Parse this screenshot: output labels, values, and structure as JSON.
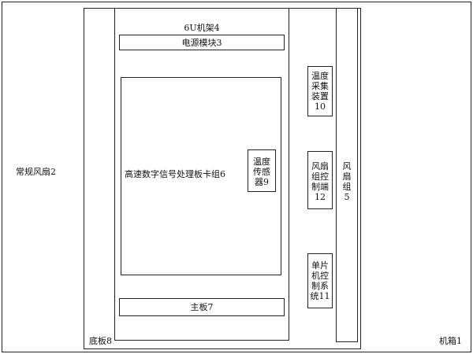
{
  "diagram": {
    "chassis": {
      "label": "机箱1"
    },
    "normal_fan": {
      "label": "常规风扇2"
    },
    "baseplate": {
      "label": "底板8"
    },
    "rack_6u": {
      "label": "6U机架4"
    },
    "power_module": {
      "label": "电源模块3"
    },
    "board_group": {
      "label": "高速数字信号处理板卡组6"
    },
    "temp_sensor": {
      "label": "温度\n传感\n器9"
    },
    "motherboard": {
      "label": "主板7"
    },
    "temp_collector": {
      "label": "温度\n采集\n装置\n10"
    },
    "fan_controller": {
      "label": "风扇\n组控\n制端\n12"
    },
    "mcu_control": {
      "label": "单片\n机控\n制系\n统11"
    },
    "fan_group": {
      "label": "风\n扇\n组\n5"
    }
  }
}
